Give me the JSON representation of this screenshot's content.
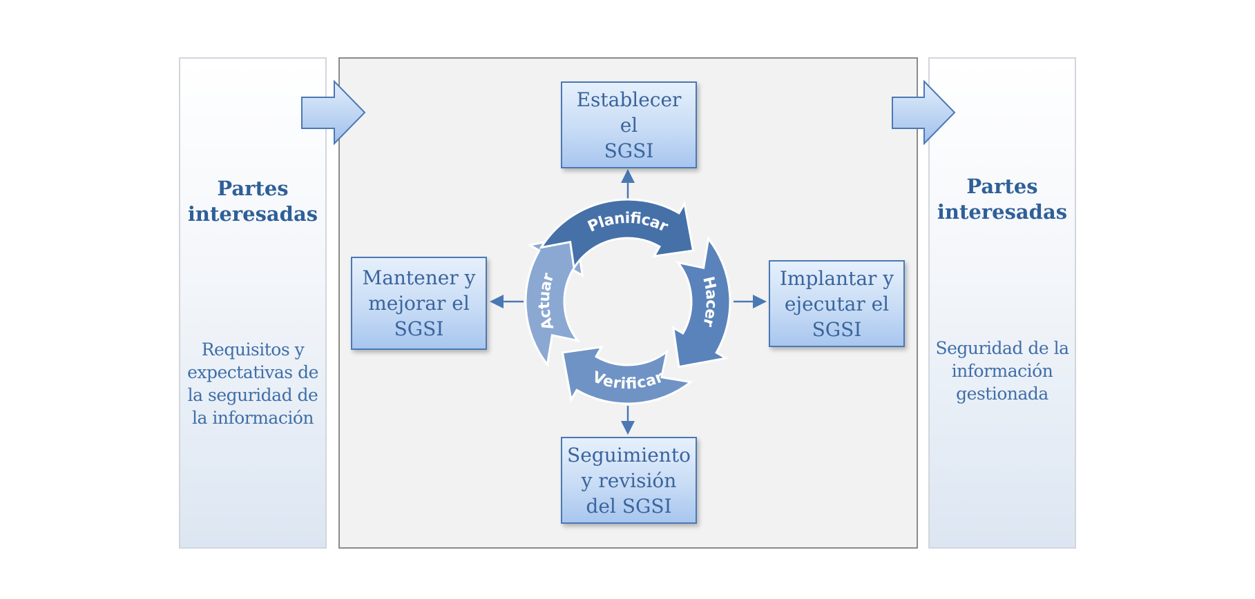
{
  "left_panel": {
    "title_line1": "Partes",
    "title_line2": "interesadas",
    "text_lines": [
      "Requisitos y",
      "expectativas de",
      "la seguridad de",
      "la información"
    ]
  },
  "right_panel": {
    "title_line1": "Partes",
    "title_line2": "interesadas",
    "text_lines": [
      "Seguridad de la",
      "información",
      "gestionada"
    ]
  },
  "steps": {
    "establish": [
      "Establecer el",
      "SGSI"
    ],
    "implement": [
      "Implantar y",
      "ejecutar el",
      "SGSI"
    ],
    "monitor": [
      "Seguimiento",
      "y revisión",
      "del SGSI"
    ],
    "maintain": [
      "Mantener y",
      "mejorar el",
      "SGSI"
    ]
  },
  "cycle": {
    "plan": "Planificar",
    "do": "Hacer",
    "check": "Verificar",
    "act": "Actuar"
  },
  "colors": {
    "dark_blue": "#4a78b3",
    "plan_arc": "#4670a8",
    "do_arc": "#5a83bb",
    "check_arc": "#6f93c4",
    "act_arc": "#8aa8d2"
  }
}
